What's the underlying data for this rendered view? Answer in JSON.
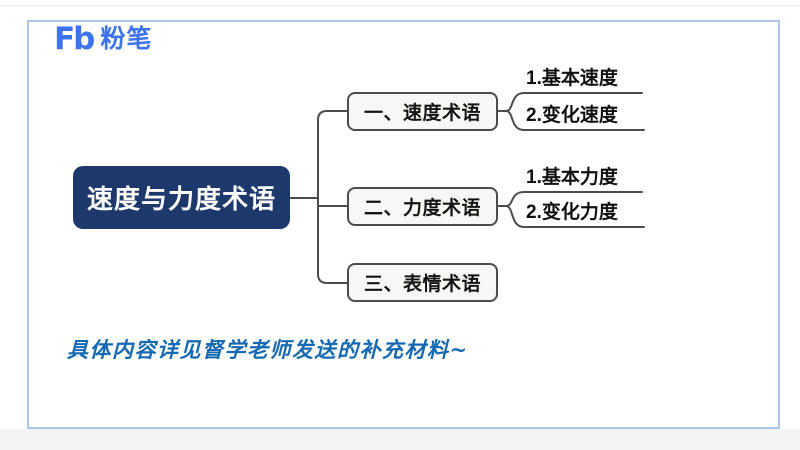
{
  "logo": {
    "mark": "Fb",
    "name": "粉笔"
  },
  "mindmap": {
    "root": "速度与力度术语",
    "branches": [
      {
        "label": "一、速度术语",
        "children": [
          "1.基本速度",
          "2.变化速度"
        ]
      },
      {
        "label": "二、力度术语",
        "children": [
          "1.基本力度",
          "2.变化力度"
        ]
      },
      {
        "label": "三、表情术语",
        "children": []
      }
    ]
  },
  "note": "具体内容详见督学老师发送的补充材料~",
  "colors": {
    "brand_blue": "#3e73f0",
    "root_bg": "#1d386b",
    "line_gray": "#4c4c4c",
    "note_blue": "#1569b4",
    "slide_border": "#abc6ea"
  }
}
